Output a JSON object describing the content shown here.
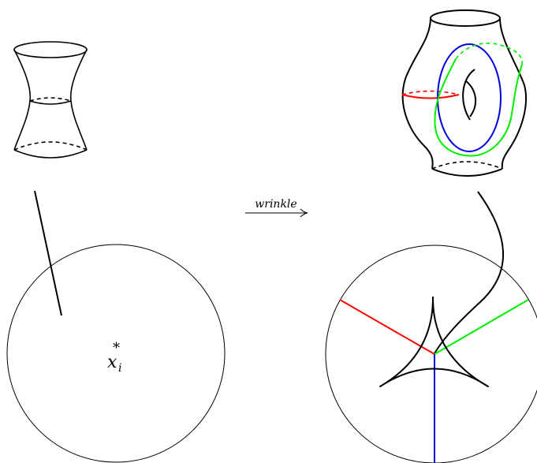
{
  "arrow": {
    "label": "wrinkle"
  },
  "point": {
    "symbol": "x",
    "superscript": "*",
    "subscript": "i"
  },
  "colors": {
    "ink": "#000000",
    "red": "#ff0000",
    "green": "#00ee00",
    "blue": "#0000dd"
  }
}
